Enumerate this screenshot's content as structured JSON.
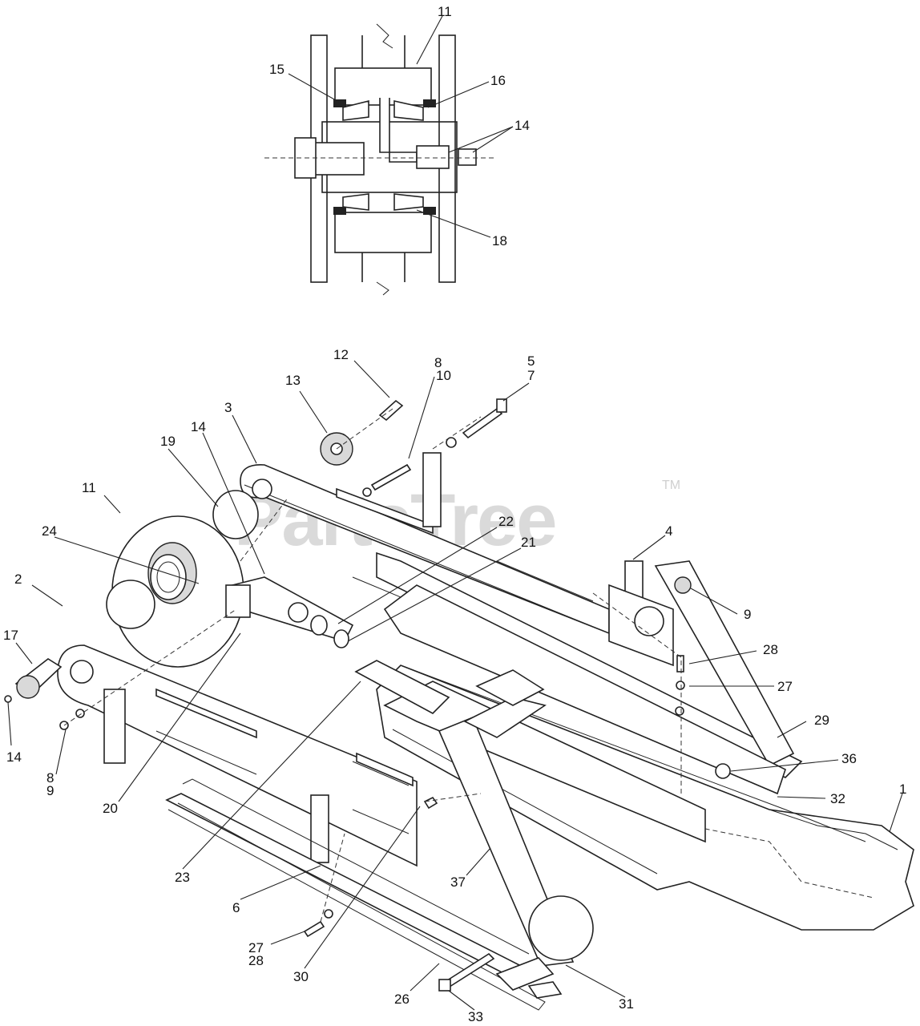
{
  "watermark": {
    "text": "PartsTree",
    "trademark": "TM"
  },
  "callouts_section": [
    "11",
    "15",
    "16",
    "14",
    "18"
  ],
  "callouts_main": [
    "12",
    "8",
    "10",
    "5",
    "7",
    "13",
    "3",
    "14",
    "19",
    "11",
    "24",
    "2",
    "17",
    "14",
    "8",
    "9",
    "20",
    "22",
    "21",
    "4",
    "9",
    "28",
    "27",
    "29",
    "36",
    "1",
    "32",
    "23",
    "6",
    "37",
    "27",
    "28",
    "30",
    "26",
    "33",
    "31"
  ]
}
